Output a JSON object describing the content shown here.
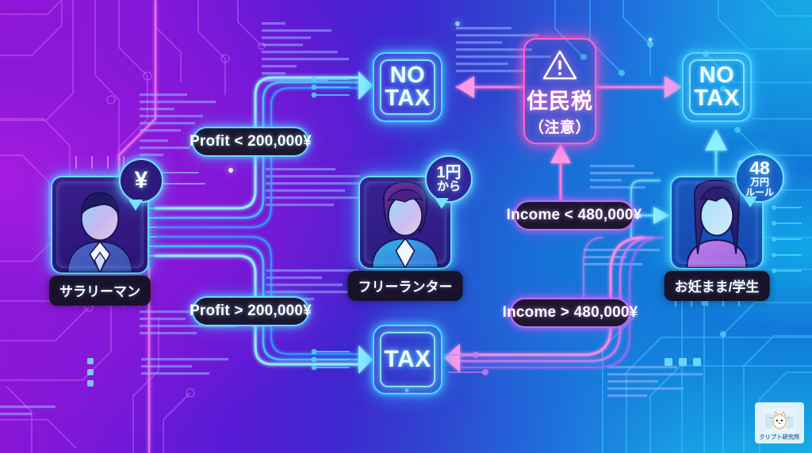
{
  "infographic": {
    "background_left_color": "#9913d6",
    "background_right_color": "#16b4e6",
    "accent_cyan": "#5fe0ff",
    "accent_pink": "#ff63d0"
  },
  "outcomes": {
    "no_tax_left": "NO\nTAX",
    "no_tax_left_line1": "NO",
    "no_tax_left_line2": "TAX",
    "no_tax_right_line1": "NO",
    "no_tax_right_line2": "TAX",
    "tax_bottom": "TAX"
  },
  "warning": {
    "icon": "warning-triangle-icon",
    "title": "住民税",
    "subtitle": "（注意）"
  },
  "personas": [
    {
      "id": "salaryman",
      "name": "サラリーマン",
      "bubble_line1": "¥",
      "bubble_line2": "",
      "bubble_line3": "",
      "avatar": "businessman-avatar"
    },
    {
      "id": "freelancer",
      "name": "フリーランター",
      "bubble_line1": "1円",
      "bubble_line2": "から",
      "bubble_line3": "",
      "avatar": "businesswoman-avatar"
    },
    {
      "id": "student-parent",
      "name": "お妊まま/学生",
      "bubble_line1": "48",
      "bubble_line2": "万円",
      "bubble_line3": "ルール",
      "avatar": "young-woman-avatar"
    }
  ],
  "conditions": [
    {
      "id": "profit-under",
      "label": "Profit < 200,000¥",
      "color": "#5ddcff"
    },
    {
      "id": "profit-over",
      "label": "Profit > 200,000¥",
      "color": "#5ddcff"
    },
    {
      "id": "income-under",
      "label": "Income < 480,000¥",
      "color": "#c06cf5"
    },
    {
      "id": "income-over",
      "label": "Income > 480,000¥",
      "color": "#c06cf5"
    }
  ],
  "watermark": {
    "text": "クリプト研究所"
  }
}
